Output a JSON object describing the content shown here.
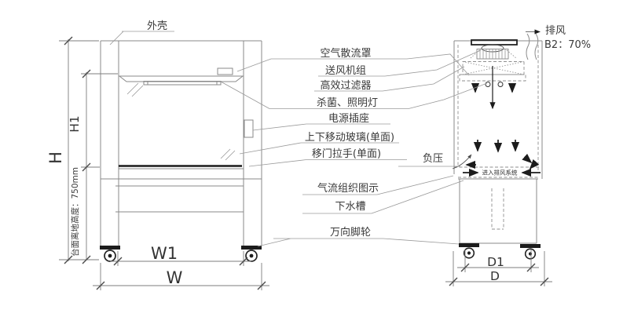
{
  "callouts": {
    "shell": "外壳",
    "air_diffuser": "空气散流罩",
    "supply_fan_unit": "送风机组",
    "hepa_filter": "高效过滤器",
    "germicidal_lighting_lamp": "杀菌、照明灯",
    "power_socket": "电源插座",
    "vertical_sliding_glass": "上下移动玻璃(单面)",
    "sliding_door_handle": "移门拉手(单面)",
    "airflow_pattern": "气流组织图示",
    "drain_sink": "下水槽",
    "universal_casters": "万向脚轮",
    "exhaust": "排风",
    "exhaust_ratio": "B2：70%",
    "negative_pressure": "负压",
    "into_exhaust_system": "进入排风系统",
    "worktop_height": "台面离地高度：750mm"
  },
  "dimensions": {
    "H": "H",
    "H1": "H1",
    "W": "W",
    "W1": "W1",
    "D": "D",
    "D1": "D1"
  },
  "colors": {
    "background": "#ffffff",
    "line": "#8a8a8a",
    "dark_line": "#1c1c1c",
    "text": "#3a3a3a"
  }
}
